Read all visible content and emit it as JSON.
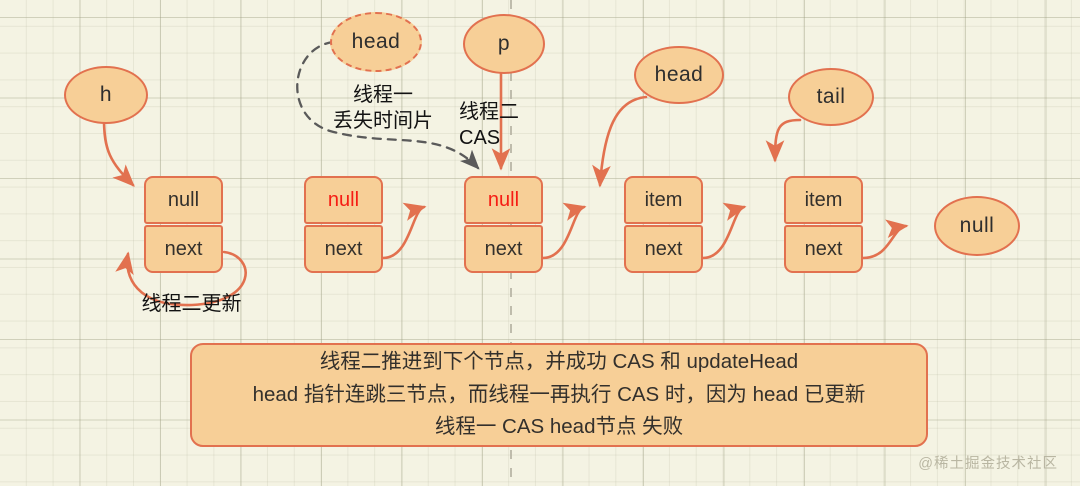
{
  "theme": {
    "background": "#f4f3e3",
    "node_fill": "#f7cf97",
    "node_stroke": "#e2714f",
    "arrow_color": "#e2714f",
    "dashed_arrow_color": "#5a5a5a",
    "text_color": "#33302c",
    "highlight_text": "#f61d14"
  },
  "bubbles": [
    {
      "id": "h",
      "label": "h",
      "style": "solid"
    },
    {
      "id": "head-lost",
      "label": "head",
      "style": "dashed"
    },
    {
      "id": "p",
      "label": "p",
      "style": "solid"
    },
    {
      "id": "head-new",
      "label": "head",
      "style": "solid"
    },
    {
      "id": "tail",
      "label": "tail",
      "style": "solid"
    },
    {
      "id": "null-end",
      "label": "null",
      "style": "solid"
    }
  ],
  "nodes": [
    {
      "id": "node1",
      "value": "null",
      "next_label": "next",
      "value_highlighted": false
    },
    {
      "id": "node2",
      "value": "null",
      "next_label": "next",
      "value_highlighted": true
    },
    {
      "id": "node3",
      "value": "null",
      "next_label": "next",
      "value_highlighted": true
    },
    {
      "id": "node4",
      "value": "item",
      "next_label": "next",
      "value_highlighted": false
    },
    {
      "id": "node5",
      "value": "item",
      "next_label": "next",
      "value_highlighted": false
    }
  ],
  "annotations": {
    "thread_one": "线程一\n丢失时间片",
    "thread_two_cas": "线程二\nCAS",
    "thread_two_update": "线程二更新"
  },
  "caption": {
    "line1": "线程二推进到下个节点，并成功 CAS 和 updateHead",
    "line2": "head 指针连跳三节点，而线程一再执行 CAS 时，因为 head 已更新",
    "line3": "线程一 CAS head节点 失败"
  },
  "watermark": "@稀土掘金技术社区"
}
